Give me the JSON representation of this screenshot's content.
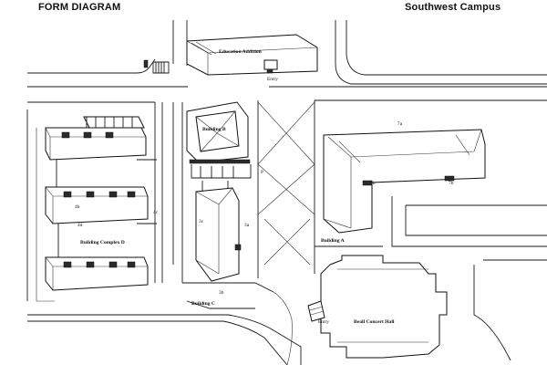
{
  "header": {
    "title_left": "FORM DIAGRAM",
    "title_right": "Southwest Campus"
  },
  "labels": {
    "education_addition": "Education Addition",
    "entry_top": "Entry",
    "building_b": "Building B",
    "building_b_p": "P",
    "building_a": "Building A",
    "label_7a": "7a",
    "label_7b_left": "7b",
    "label_7b_right": "7b",
    "building_c": "Building C",
    "label_3a": "3a",
    "label_3c": "3c",
    "label_3b": "3b",
    "building_complex_d": "Building Complex D",
    "label_4b": "4b",
    "label_4d": "4d",
    "label_4c": "4c",
    "entry_bottom": "Entry",
    "beall_concert_hall": "Beall Concert Hall"
  }
}
